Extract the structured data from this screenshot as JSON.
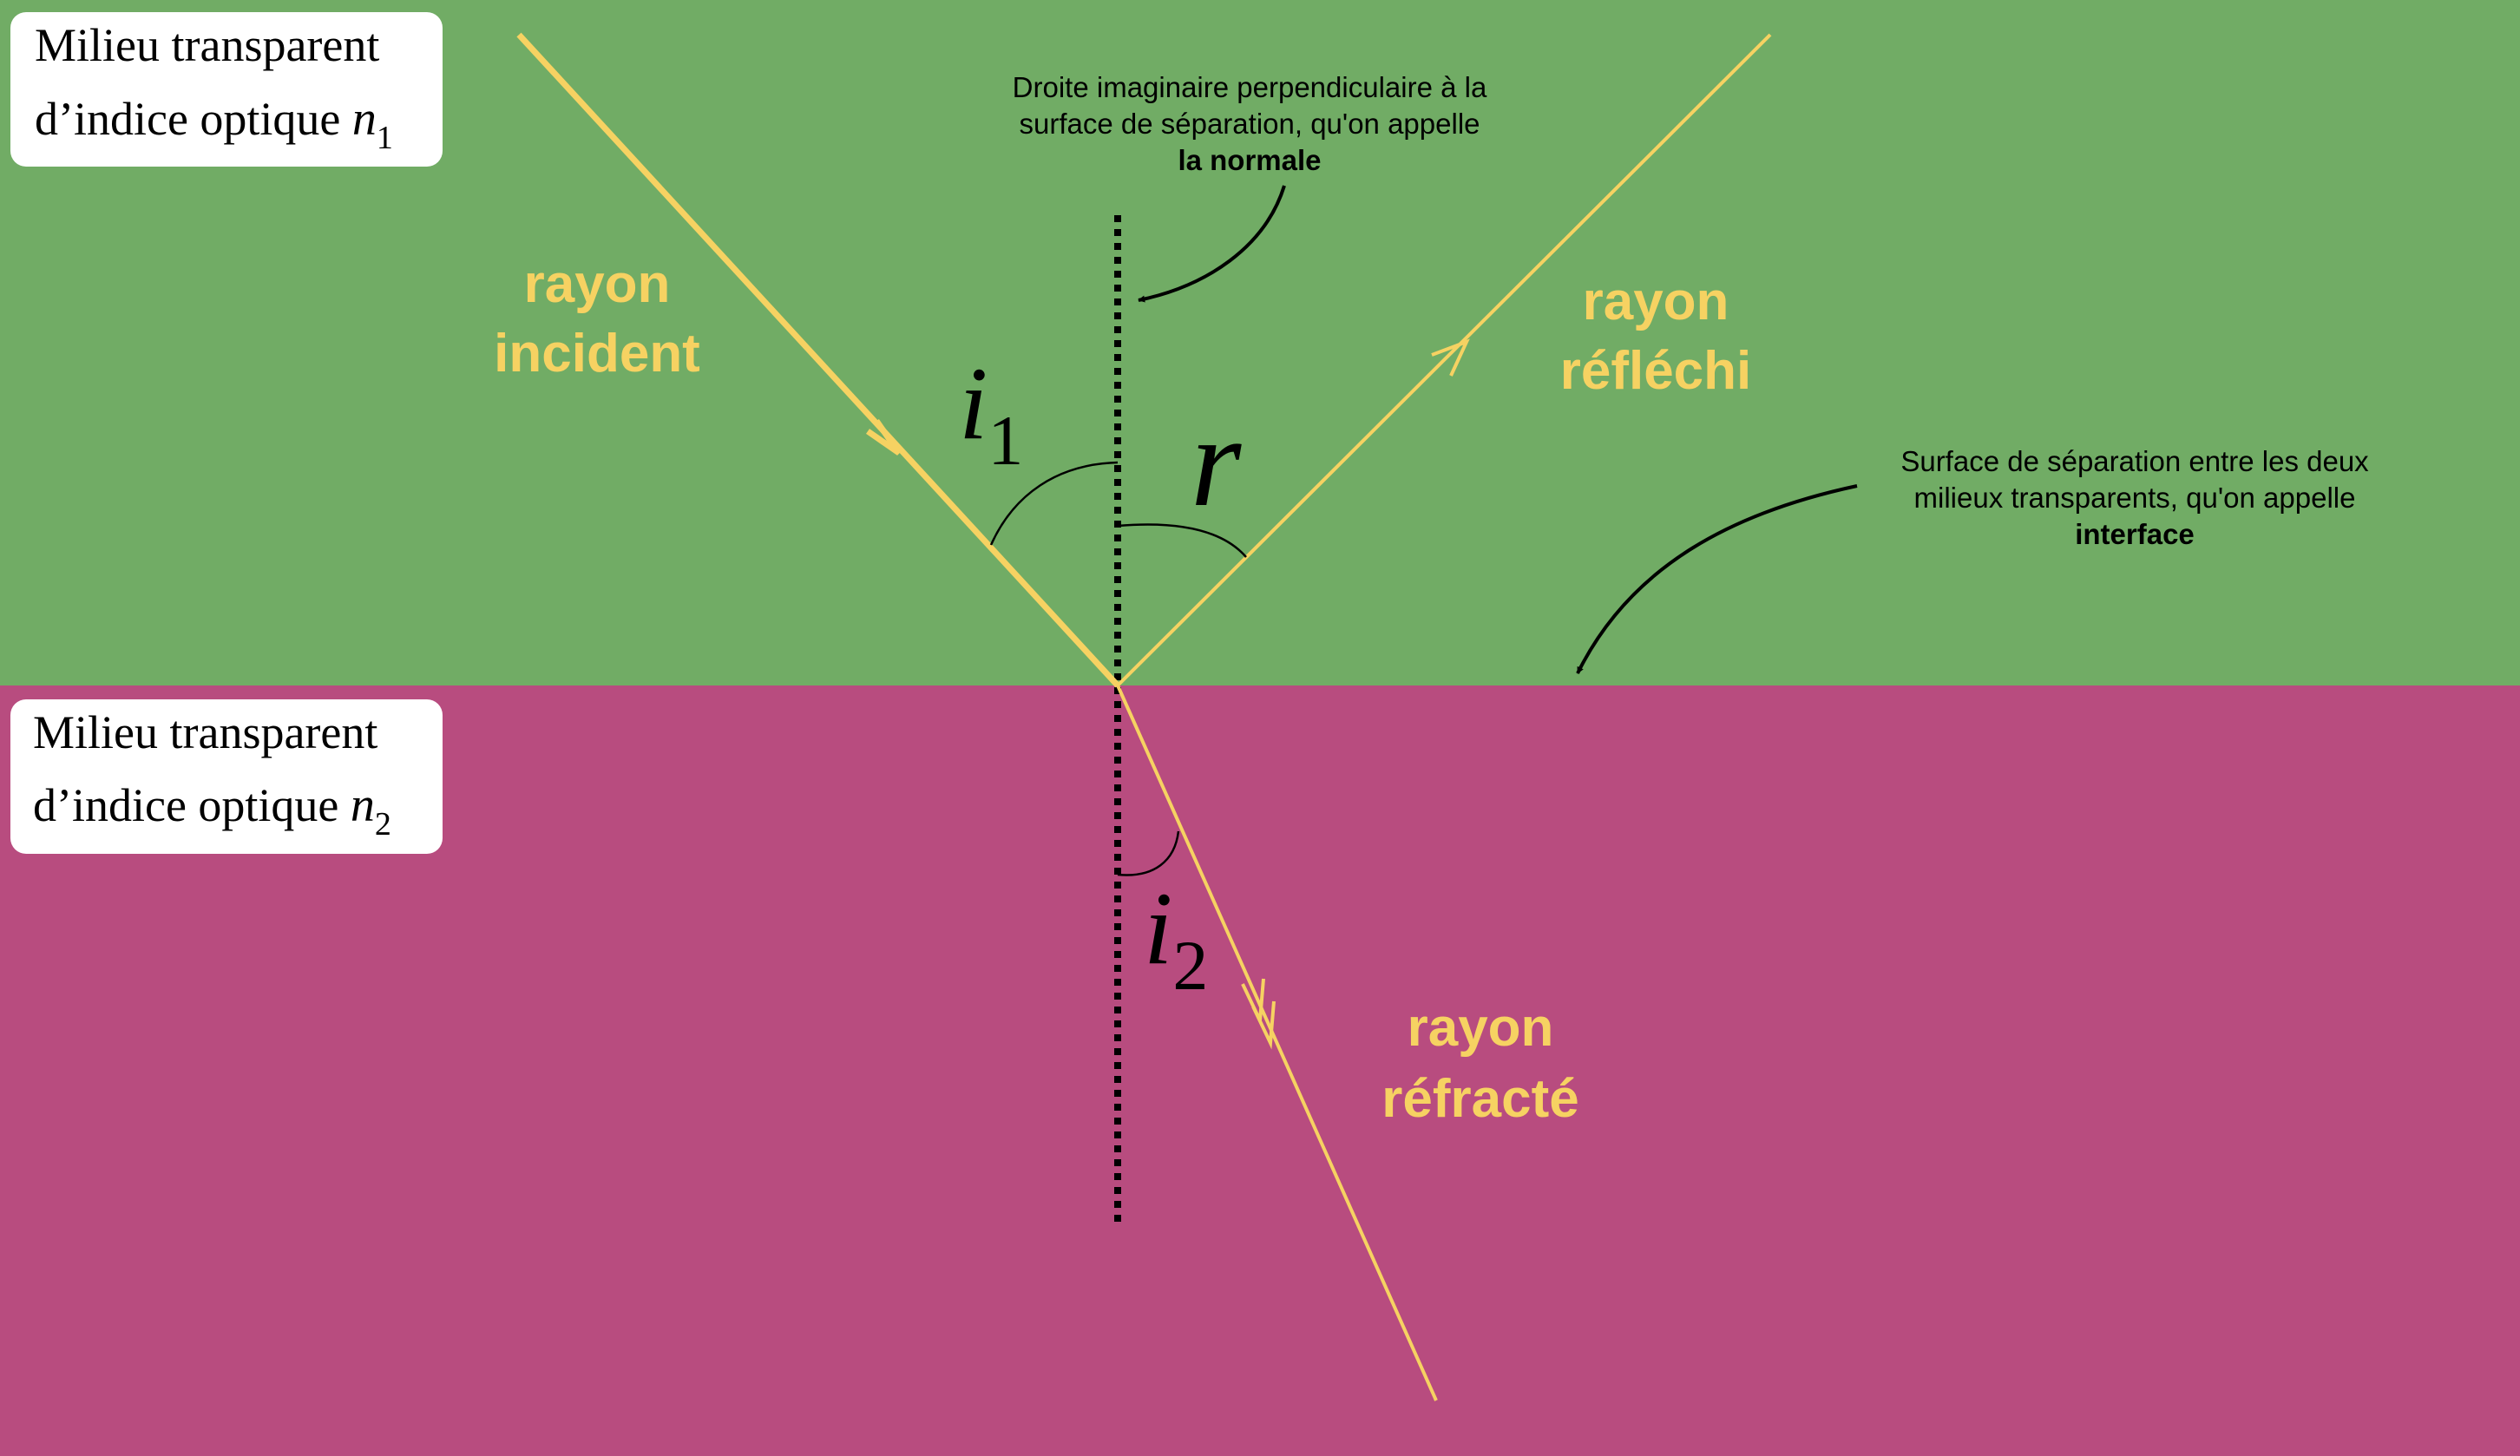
{
  "medium_top": {
    "line1": "Milieu transparent",
    "line2_prefix": "d’indice optique ",
    "var": "n",
    "sub": "1",
    "color": "#71ac65"
  },
  "medium_bottom": {
    "line1": "Milieu transparent",
    "line2_prefix": "d’indice optique ",
    "var": "n",
    "sub": "2",
    "color": "#b84c7f"
  },
  "rays": {
    "incident": [
      "rayon",
      "incident"
    ],
    "reflected": [
      "rayon",
      "réfléchi"
    ],
    "refracted": [
      "rayon",
      "réfracté"
    ],
    "color": "#f6d262"
  },
  "angles": {
    "i1": {
      "var": "i",
      "sub": "1"
    },
    "r": {
      "var": "r"
    },
    "i2": {
      "var": "i",
      "sub": "2"
    }
  },
  "normal_note": {
    "line1": "Droite imaginaire perpendiculaire à la",
    "line2": "surface de séparation, qu'on appelle",
    "line3": "la normale"
  },
  "interface_note": {
    "line1": "Surface de séparation entre les deux",
    "line2": "milieux transparents, qu'on appelle",
    "line3": "interface"
  }
}
